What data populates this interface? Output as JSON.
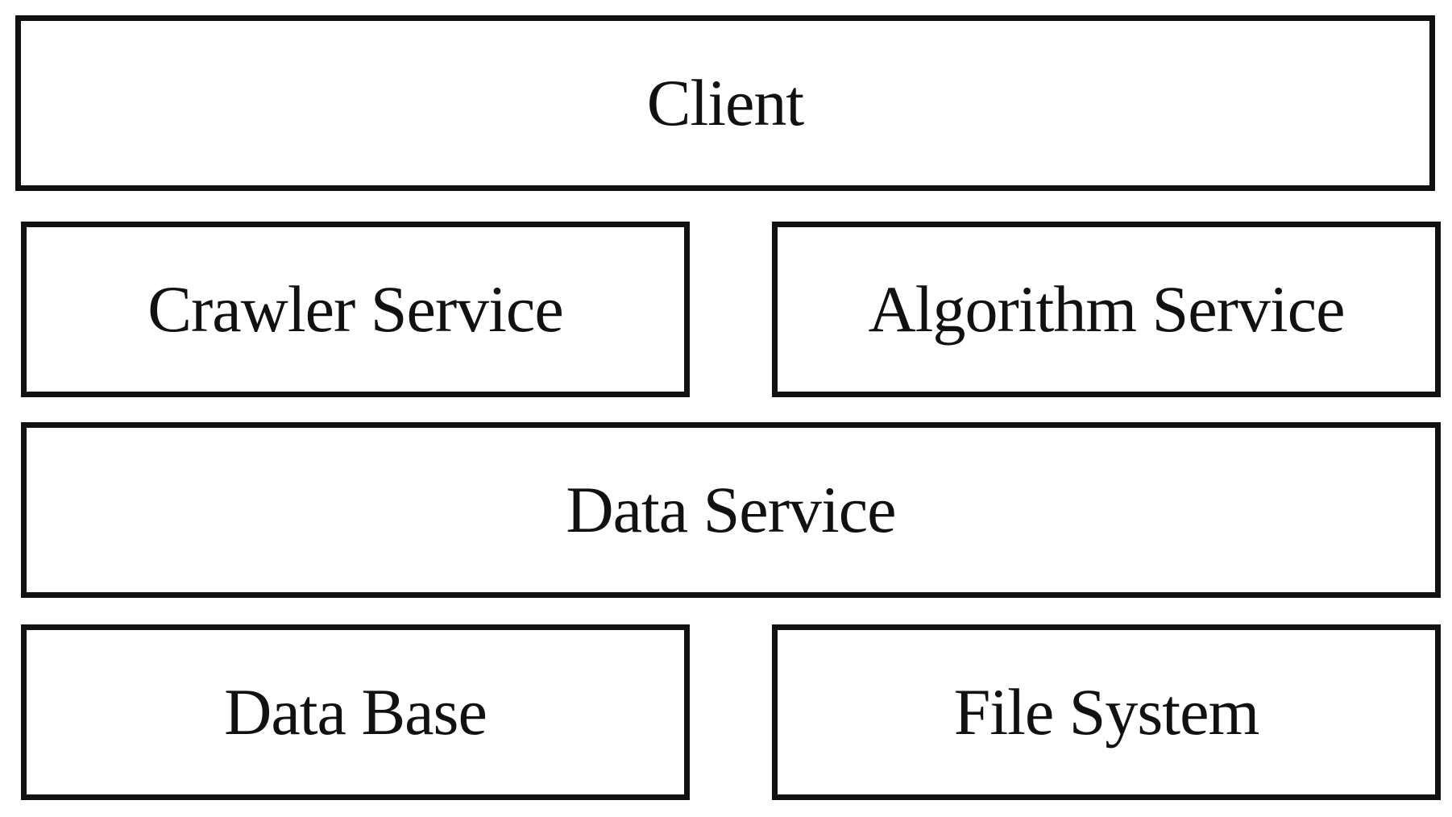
{
  "diagram": {
    "layers": {
      "client": "Client",
      "crawler_service": "Crawler Service",
      "algorithm_service": "Algorithm Service",
      "data_service": "Data Service",
      "data_base": "Data Base",
      "file_system": "File System"
    },
    "colors": {
      "border": "#111111",
      "background": "#ffffff",
      "text": "#111111"
    }
  }
}
